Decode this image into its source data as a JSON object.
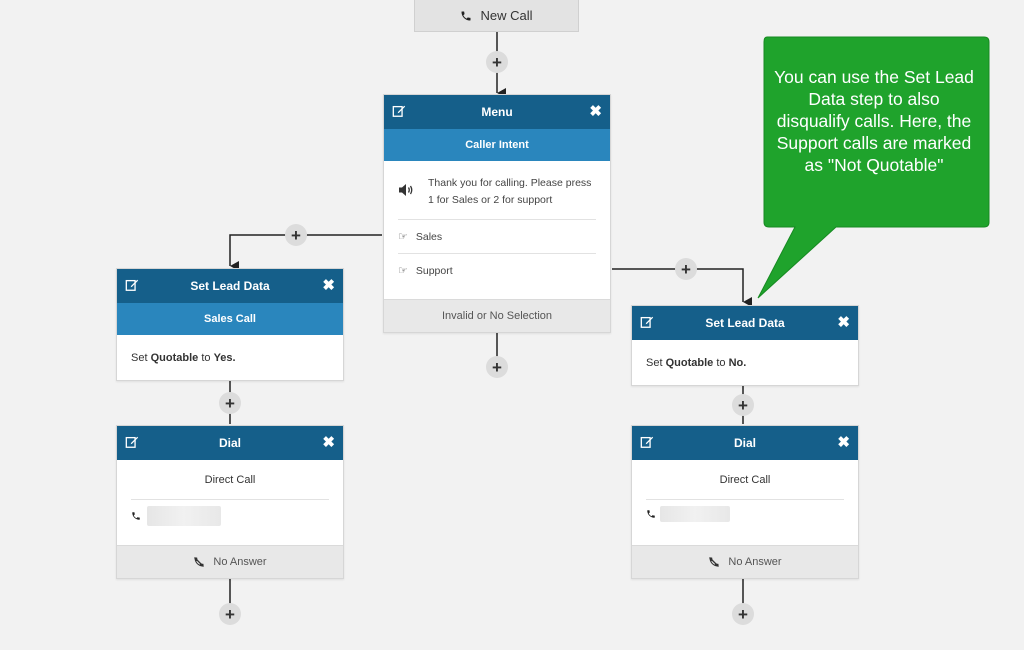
{
  "start": {
    "label": "New Call",
    "icon": "phone-icon"
  },
  "menu": {
    "title": "Menu",
    "subtitle": "Caller Intent",
    "prompt_icon": "speaker-icon",
    "prompt_text": "Thank you for calling. Please press 1 for Sales or 2 for support",
    "options": [
      {
        "label": "Sales",
        "icon": "pointing-hand-icon"
      },
      {
        "label": "Support",
        "icon": "pointing-hand-icon"
      }
    ],
    "footer": "Invalid or No Selection"
  },
  "lead_left": {
    "title": "Set Lead Data",
    "subtitle": "Sales Call",
    "text_prefix": "Set",
    "field": "Quotable",
    "text_mid": "to",
    "value": "Yes."
  },
  "lead_right": {
    "title": "Set Lead Data",
    "text_prefix": "Set",
    "field": "Quotable",
    "text_mid": "to",
    "value": "No."
  },
  "dial_left": {
    "title": "Dial",
    "label": "Direct Call",
    "footer": "No Answer"
  },
  "dial_right": {
    "title": "Dial",
    "label": "Direct Call",
    "footer": "No Answer"
  },
  "callout": {
    "text": "You can use the Set Lead Data step to also disqualify calls. Here, the Support calls are marked as \"Not Quotable\"",
    "color": "#1fa32c"
  },
  "colors": {
    "header": "#155f8a",
    "subheader": "#2a86bd",
    "node_background": "#e8e8e8"
  }
}
